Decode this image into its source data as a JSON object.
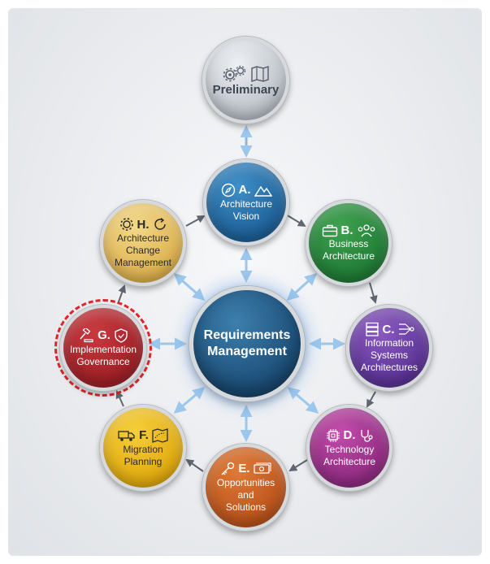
{
  "diagram": {
    "center": {
      "line1": "Requirements",
      "line2": "Management"
    },
    "preliminary": {
      "label": "Preliminary",
      "icons": [
        "gears-icon",
        "map-icon"
      ]
    },
    "phases": [
      {
        "id": "a",
        "letter": "A.",
        "lines": [
          "Architecture",
          "Vision"
        ],
        "icons": [
          "compass-icon",
          "mountain-icon"
        ],
        "color": "#1d5f96"
      },
      {
        "id": "b",
        "letter": "B.",
        "lines": [
          "Business",
          "Architecture"
        ],
        "icons": [
          "briefcase-icon",
          "people-icon"
        ],
        "color": "#1f7a35"
      },
      {
        "id": "c",
        "letter": "C.",
        "lines": [
          "Information",
          "Systems",
          "Architectures"
        ],
        "icons": [
          "server-icon",
          "data-flow-icon"
        ],
        "color": "#5a3293"
      },
      {
        "id": "d",
        "letter": "D.",
        "lines": [
          "Technology",
          "Architecture"
        ],
        "icons": [
          "chip-icon",
          "stethoscope-icon"
        ],
        "color": "#8e2a7f"
      },
      {
        "id": "e",
        "letter": "E.",
        "lines": [
          "Opportunities",
          "and",
          "Solutions"
        ],
        "icons": [
          "key-icon",
          "money-icon"
        ],
        "color": "#b8521b"
      },
      {
        "id": "f",
        "letter": "F.",
        "lines": [
          "Migration",
          "Planning"
        ],
        "icons": [
          "truck-icon",
          "route-map-icon"
        ],
        "color": "#e0a90f"
      },
      {
        "id": "g",
        "letter": "G.",
        "lines": [
          "Implementation",
          "Governance"
        ],
        "icons": [
          "gavel-icon",
          "shield-icon"
        ],
        "color": "#9c1f26",
        "highlighted": true
      },
      {
        "id": "h",
        "letter": "H.",
        "lines": [
          "Architecture",
          "Change",
          "Management"
        ],
        "icons": [
          "gear-icon",
          "refresh-icon"
        ],
        "color": "#dcb04e"
      }
    ]
  }
}
